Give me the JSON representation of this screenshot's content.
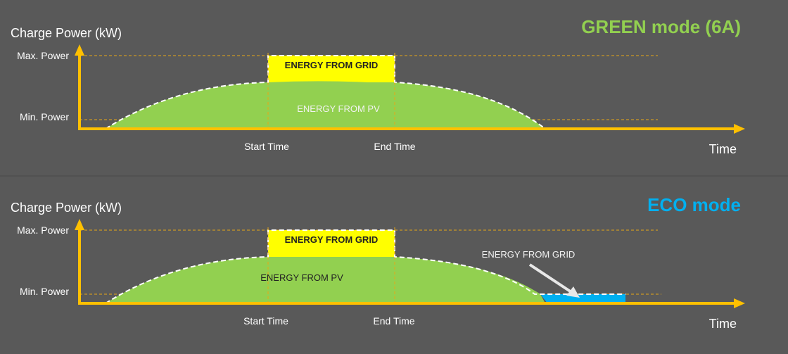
{
  "colors": {
    "background": "#595959",
    "axis": "#ffc000",
    "pv": "#92d050",
    "grid": "#ffff00",
    "eco_grid": "#00b0f0",
    "green_title": "#92d050",
    "eco_title": "#00b0f0"
  },
  "panels": [
    {
      "mode_title": "GREEN mode (6A)",
      "y_label": "Charge Power (kW)",
      "max_label": "Max. Power",
      "min_label": "Min. Power",
      "start_label": "Start Time",
      "end_label": "End Time",
      "x_label": "Time",
      "grid_label": "ENERGY FROM GRID",
      "pv_label": "ENERGY FROM PV"
    },
    {
      "mode_title": "ECO mode",
      "y_label": "Charge Power (kW)",
      "max_label": "Max. Power",
      "min_label": "Min. Power",
      "start_label": "Start Time",
      "end_label": "End Time",
      "x_label": "Time",
      "grid_label": "ENERGY FROM GRID",
      "pv_label": "ENERGY FROM PV",
      "eco_grid_label": "ENERGY FROM GRID"
    }
  ]
}
